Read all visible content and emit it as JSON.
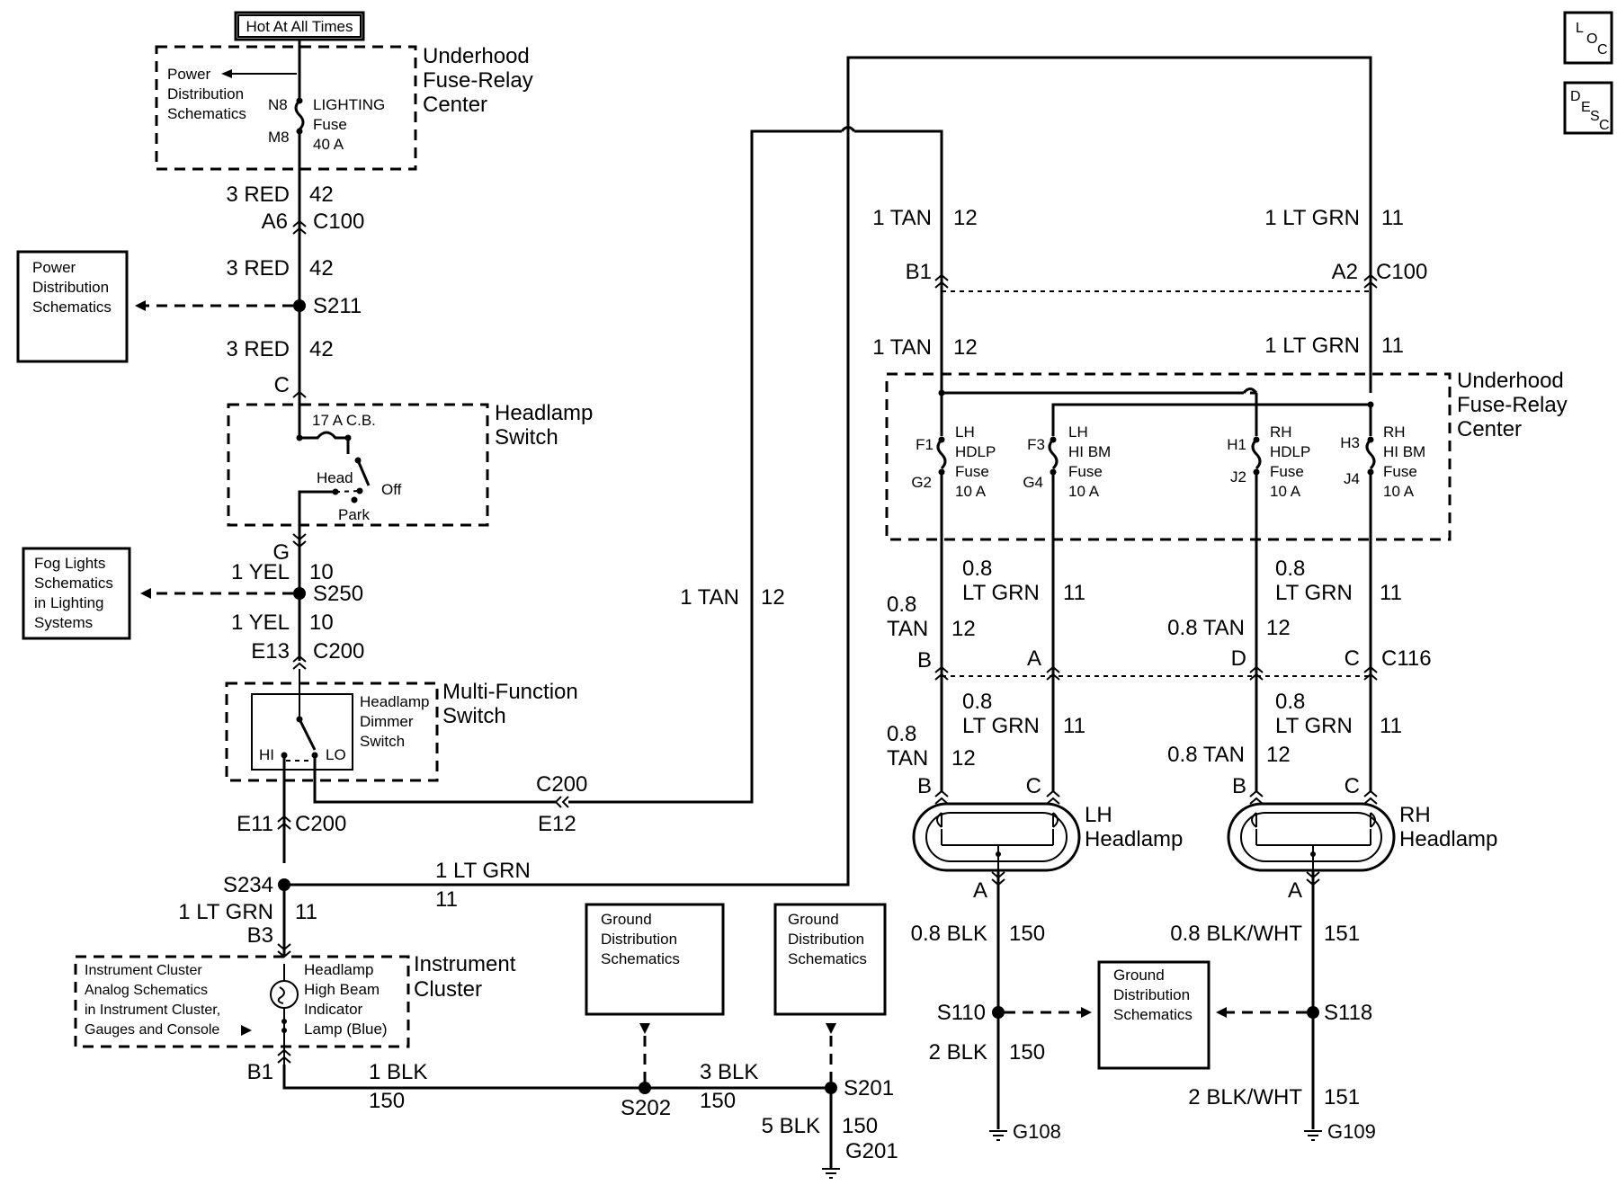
{
  "top_left": {
    "hot_label": "Hot At All Times",
    "ufrc_title": [
      "Underhood",
      "Fuse-Relay",
      "Center"
    ],
    "power_dist_inside": [
      "Power",
      "Distribution",
      "Schematics"
    ],
    "fuse_pins": [
      "N8",
      "M8"
    ],
    "fuse_label": [
      "LIGHTING",
      "Fuse",
      "40 A"
    ]
  },
  "wires_left": {
    "w1": {
      "size_color": "3 RED",
      "circuit": "42"
    },
    "conn_a6": "A6",
    "c100": "C100",
    "w2": {
      "size_color": "3 RED",
      "circuit": "42"
    },
    "s211": "S211",
    "w3": {
      "size_color": "3 RED",
      "circuit": "42"
    },
    "pin_c": "C",
    "pin_g": "G",
    "w4": {
      "size_color": "1 YEL",
      "circuit": "10"
    },
    "s250": "S250",
    "w5": {
      "size_color": "1 YEL",
      "circuit": "10"
    },
    "conn_e13": "E13",
    "c200_a": "C200",
    "conn_e11": "E11",
    "c200_b": "C200",
    "s234": "S234",
    "w6": {
      "size_color": "1 LT GRN",
      "circuit": "11"
    },
    "pin_b3": "B3",
    "pin_b1": "B1",
    "w7": {
      "size_color": "1 BLK",
      "circuit": "150"
    },
    "s202": "S202",
    "w8": {
      "size_color": "3 BLK",
      "circuit": "150"
    },
    "s201": "S201",
    "w9": {
      "size_color": "5 BLK",
      "circuit": "150"
    },
    "g201": "G201"
  },
  "side_boxes": {
    "power_dist": [
      "Power",
      "Distribution",
      "Schematics"
    ],
    "fog": [
      "Fog Lights",
      "Schematics",
      "in Lighting",
      "Systems"
    ],
    "ground1": [
      "Ground",
      "Distribution",
      "Schematics"
    ],
    "ground2": [
      "Ground",
      "Distribution",
      "Schematics"
    ],
    "ground3": [
      "Ground",
      "Distribution",
      "Schematics"
    ]
  },
  "headlamp_switch": {
    "title": [
      "Headlamp",
      "Switch"
    ],
    "cb": "17 A C.B.",
    "head": "Head",
    "off": "Off",
    "park": "Park"
  },
  "mfs": {
    "title": [
      "Multi-Function",
      "Switch"
    ],
    "dimmer": [
      "Headlamp",
      "Dimmer",
      "Switch"
    ],
    "hi": "HI",
    "lo": "LO"
  },
  "center": {
    "c200": "C200",
    "e12": "E12",
    "tan_wire": {
      "size_color": "1 TAN",
      "circuit": "12"
    },
    "ltgrn_wire": {
      "size_color": "1 LT GRN",
      "circuit": "11"
    }
  },
  "instrument_cluster": {
    "title": [
      "Instrument",
      "Cluster"
    ],
    "analog": [
      "Instrument Cluster",
      "Analog Schematics",
      "in Instrument Cluster,",
      "Gauges and Console"
    ],
    "lamp": [
      "Headlamp",
      "High Beam",
      "Indicator",
      "Lamp (Blue)"
    ]
  },
  "right": {
    "top_tan": {
      "size_color": "1 TAN",
      "circuit": "12"
    },
    "top_ltgrn": {
      "size_color": "1 LT GRN",
      "circuit": "11"
    },
    "b1": "B1",
    "a2": "A2",
    "c100": "C100",
    "tan2": {
      "size_color": "1 TAN",
      "circuit": "12"
    },
    "ltgrn2": {
      "size_color": "1 LT GRN",
      "circuit": "11"
    },
    "ufrc_title": [
      "Underhood",
      "Fuse-Relay",
      "Center"
    ],
    "fuses": [
      {
        "pin_top": "F1",
        "pin_bot": "G2",
        "label": [
          "LH",
          "HDLP",
          "Fuse",
          "10 A"
        ]
      },
      {
        "pin_top": "F3",
        "pin_bot": "G4",
        "label": [
          "LH",
          "HI BM",
          "Fuse",
          "10 A"
        ]
      },
      {
        "pin_top": "H1",
        "pin_bot": "J2",
        "label": [
          "RH",
          "HDLP",
          "Fuse",
          "10 A"
        ]
      },
      {
        "pin_top": "H3",
        "pin_bot": "J4",
        "label": [
          "RH",
          "HI BM",
          "Fuse",
          "10 A"
        ]
      }
    ],
    "lh_ltgrn_a": [
      "0.8",
      "LT GRN",
      "11"
    ],
    "lh_tan_a": [
      "0.8",
      "TAN",
      "12"
    ],
    "rh_ltgrn_a": [
      "0.8",
      "LT GRN",
      "11"
    ],
    "rh_tan_a": {
      "size_color": "0.8 TAN",
      "circuit": "12"
    },
    "pins_c116": [
      "B",
      "A",
      "D",
      "C"
    ],
    "c116": "C116",
    "lh_ltgrn_b": [
      "0.8",
      "LT GRN",
      "11"
    ],
    "lh_tan_b": [
      "0.8",
      "TAN",
      "12"
    ],
    "rh_ltgrn_b": [
      "0.8",
      "LT GRN",
      "11"
    ],
    "rh_tan_b": {
      "size_color": "0.8 TAN",
      "circuit": "12"
    },
    "lamp_pins": [
      "B",
      "C",
      "B",
      "C"
    ],
    "lh_lamp": [
      "LH",
      "Headlamp"
    ],
    "rh_lamp": [
      "RH",
      "Headlamp"
    ],
    "pin_a_lh": "A",
    "pin_a_rh": "A",
    "lh_gnd_wire": {
      "size_color": "0.8 BLK",
      "circuit": "150"
    },
    "rh_gnd_wire": {
      "size_color": "0.8 BLK/WHT",
      "circuit": "151"
    },
    "s110": "S110",
    "s118": "S118",
    "lh_gnd_wire2": {
      "size_color": "2 BLK",
      "circuit": "150"
    },
    "rh_gnd_wire2": {
      "size_color": "2 BLK/WHT",
      "circuit": "151"
    },
    "g108": "G108",
    "g109": "G109"
  },
  "corner_icons": {
    "loc": [
      "L",
      "O",
      "C"
    ],
    "desc": [
      "D",
      "E",
      "S",
      "C"
    ]
  }
}
